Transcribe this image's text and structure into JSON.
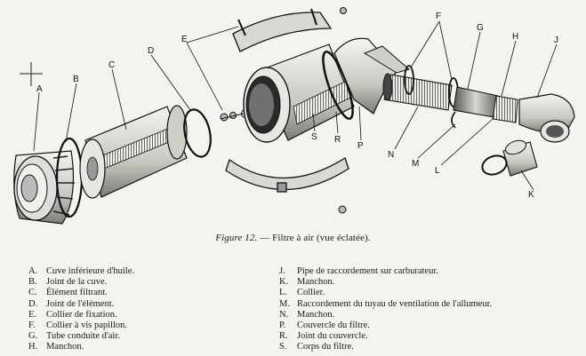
{
  "caption": {
    "figure": "Figure 12.",
    "title": " — Filtre à air (vue éclatée)."
  },
  "callouts": [
    "A",
    "B",
    "C",
    "D",
    "E",
    "F",
    "G",
    "H",
    "J",
    "K",
    "L",
    "M",
    "N",
    "P",
    "R",
    "S"
  ],
  "legend_left": [
    {
      "key": "A.",
      "text": "Cuve inférieure d'huile."
    },
    {
      "key": "B.",
      "text": "Joint de la cuve."
    },
    {
      "key": "C.",
      "text": "Élément filtrant."
    },
    {
      "key": "D.",
      "text": "Joint de l'élément."
    },
    {
      "key": "E.",
      "text": "Collier de fixation."
    },
    {
      "key": "F.",
      "text": "Collier à vis papillon."
    },
    {
      "key": "G.",
      "text": "Tube conduite d'air."
    },
    {
      "key": "H.",
      "text": "Manchon."
    }
  ],
  "legend_right": [
    {
      "key": "J.",
      "text": "Pipe de raccordement sur carburateur."
    },
    {
      "key": "K.",
      "text": "Manchon."
    },
    {
      "key": "L.",
      "text": "Collier."
    },
    {
      "key": "M.",
      "text": "Raccordement du tuyau de ventilation de l'allumeur."
    },
    {
      "key": "N.",
      "text": "Manchon."
    },
    {
      "key": "P.",
      "text": "Couvercle du filtre."
    },
    {
      "key": "R.",
      "text": "Joint du couvercle."
    },
    {
      "key": "S.",
      "text": "Corps du filtre."
    }
  ]
}
